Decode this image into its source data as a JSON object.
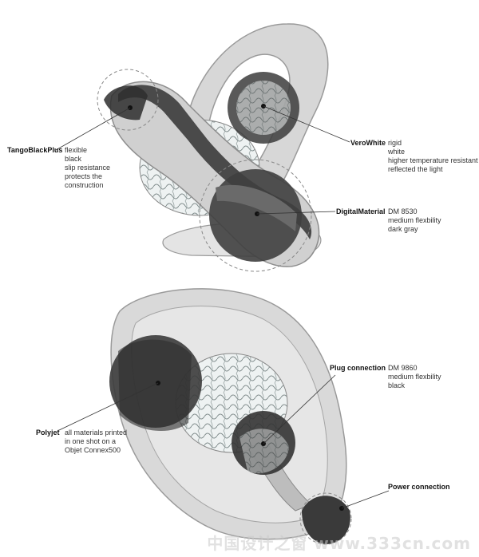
{
  "top": {
    "tango": {
      "name": "TangoBlackPlus",
      "desc": [
        "flexible",
        "black",
        "slip resistance",
        "protects the",
        "construction"
      ]
    },
    "vero": {
      "name": "VeroWhite",
      "desc": [
        "rigid",
        "white",
        "higher temperature resistant",
        "reflected the light"
      ]
    },
    "digital": {
      "name": "DigitalMaterial",
      "desc": [
        "DM 8530",
        "medium flexbility",
        "dark gray"
      ]
    }
  },
  "bottom": {
    "plug": {
      "name": "Plug connection",
      "desc": [
        "DM 9860",
        "medium flexbility",
        "black"
      ]
    },
    "polyjet": {
      "name": "Polyjet",
      "desc": [
        "all materials printed",
        "in one shot on a",
        "Objet Connex500"
      ]
    },
    "power": {
      "name": "Power connection"
    }
  },
  "watermark": "中国设计之窗 www.333cn.com",
  "colors": {
    "shell": "#d6d6d6",
    "shell_edge": "#9a9a9a",
    "dark_material": "#3a3a3a",
    "highlight": "#7a7a7a"
  }
}
